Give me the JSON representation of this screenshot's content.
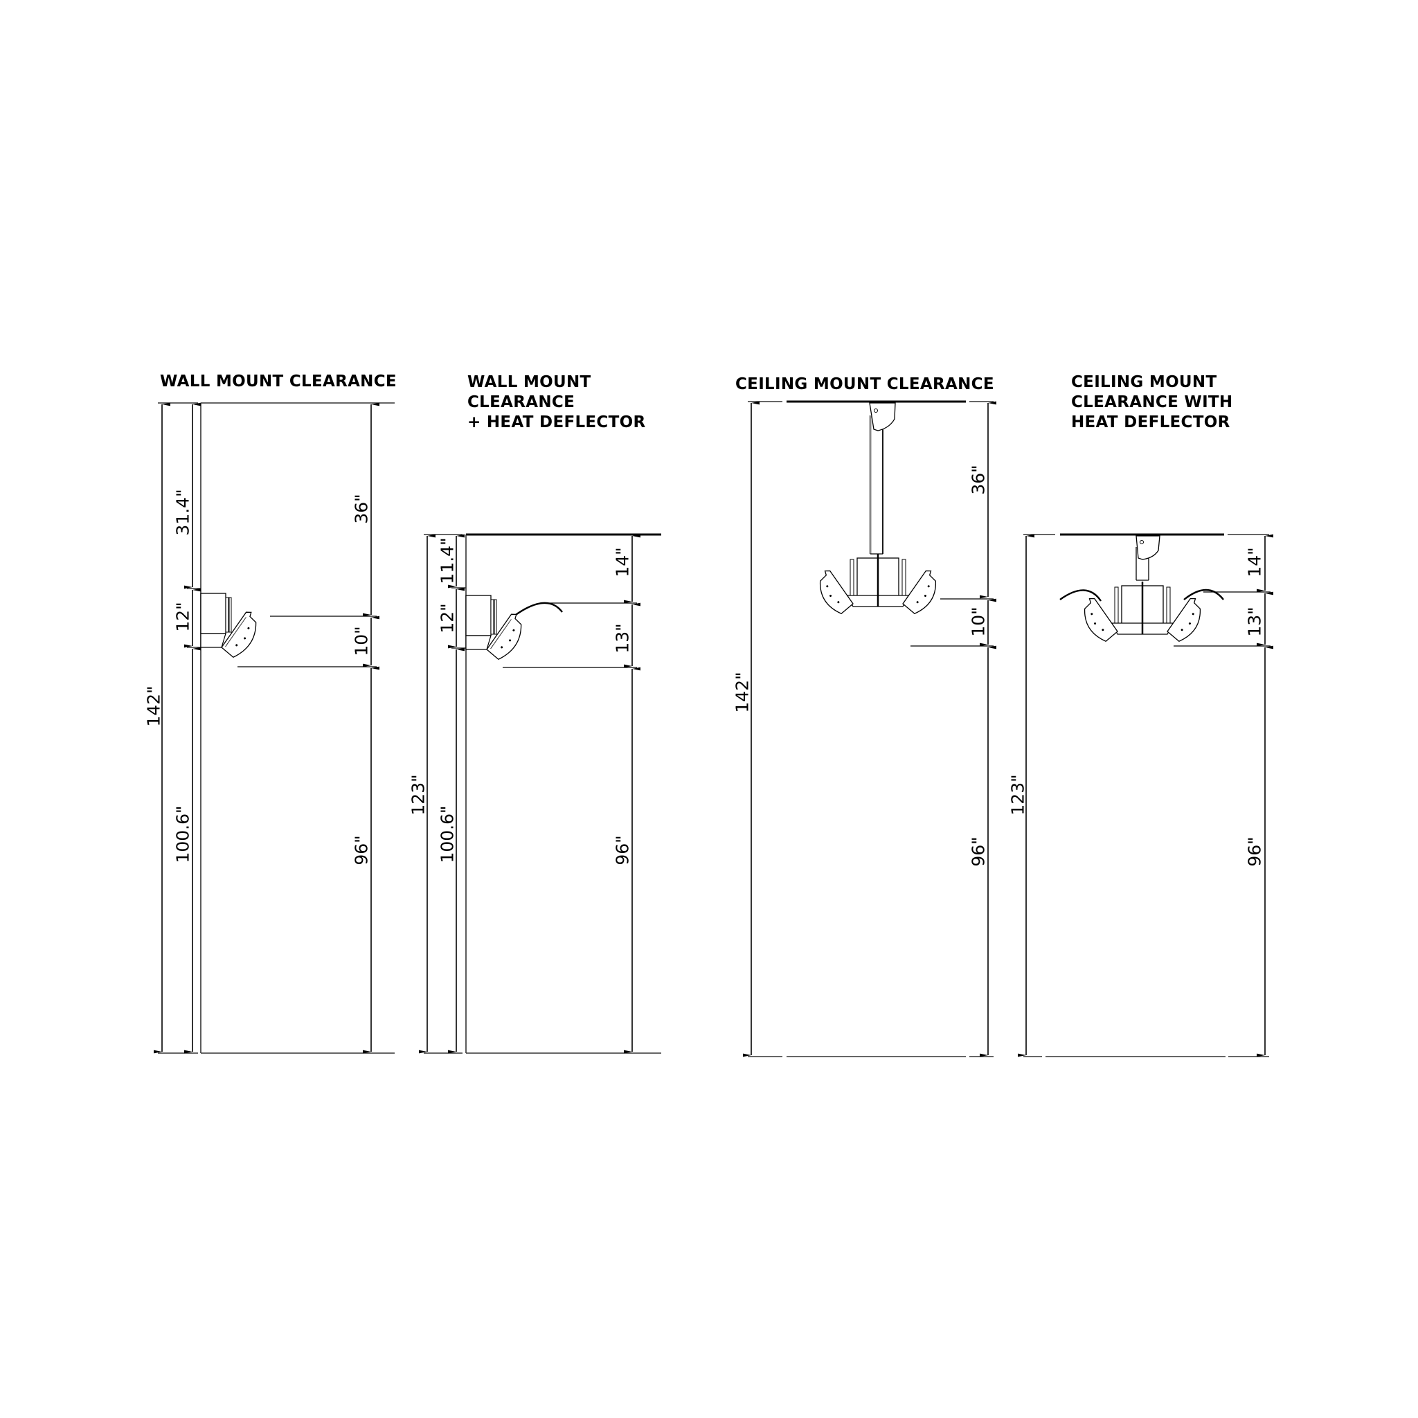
{
  "colors": {
    "line": "#000000",
    "dim_line": "#333333",
    "background": "#ffffff"
  },
  "panels": [
    {
      "id": "wall-mount",
      "title_lines": [
        "WALL MOUNT CLEARANCE"
      ],
      "dimensions": {
        "total_height": "142\"",
        "above_unit": "31.4\"",
        "unit_height": "12\"",
        "below_unit": "100.6\"",
        "top_clearance": "36\"",
        "element_height": "10\"",
        "floor_clearance": "96\""
      }
    },
    {
      "id": "wall-mount-heat-deflector",
      "title_lines": [
        "WALL MOUNT",
        "CLEARANCE",
        "+ HEAT DEFLECTOR"
      ],
      "dimensions": {
        "total_height": "123\"",
        "above_unit": "11.4\"",
        "unit_height": "12\"",
        "below_unit": "100.6\"",
        "top_clearance": "14\"",
        "element_height": "13\"",
        "floor_clearance": "96\""
      }
    },
    {
      "id": "ceiling-mount",
      "title_lines": [
        "CEILING MOUNT CLEARANCE"
      ],
      "dimensions": {
        "total_height": "142\"",
        "top_clearance": "36\"",
        "element_height": "10\"",
        "floor_clearance": "96\""
      }
    },
    {
      "id": "ceiling-mount-heat-deflector",
      "title_lines": [
        "CEILING MOUNT",
        "CLEARANCE WITH",
        "HEAT DEFLECTOR"
      ],
      "dimensions": {
        "total_height": "123\"",
        "top_clearance": "14\"",
        "element_height": "13\"",
        "floor_clearance": "96\""
      }
    }
  ]
}
